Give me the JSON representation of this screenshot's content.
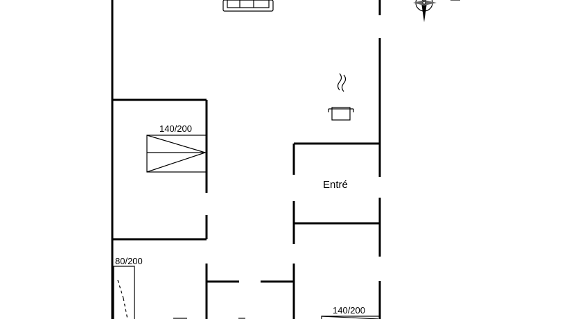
{
  "rooms": {
    "entry": "Entré"
  },
  "beds": {
    "bed_left_top": "140/200",
    "bed_left_bottom": "80/200",
    "bed_right_bottom": "140/200"
  },
  "icons": {
    "sofa": "sofa-icon",
    "compass": "compass-icon",
    "kitchen": "cooking-pot-icon"
  }
}
